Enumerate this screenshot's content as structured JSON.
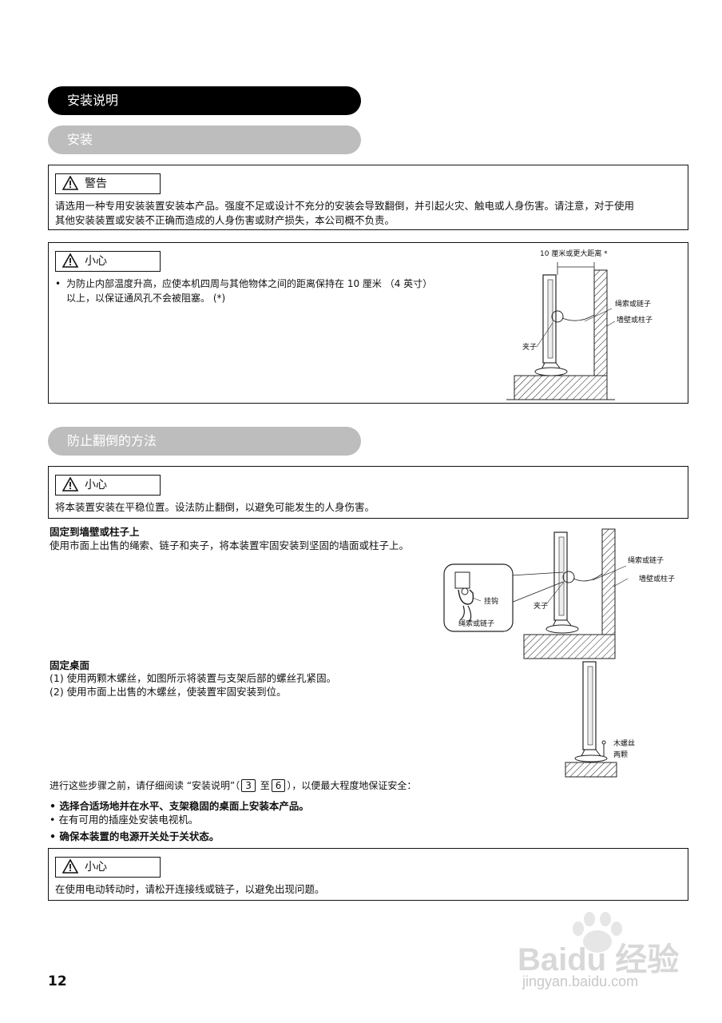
{
  "header": {
    "title": "安装说明",
    "section_install": "安装",
    "section_antitip": "防止翻倒的方法"
  },
  "warning_box": {
    "label": "警告",
    "text_line1": "请选用一种专用安装装置安装本产品。强度不足或设计不充分的安装会导致翻倒，并引起火灾、触电或人身伤害。请注意，对于使用",
    "text_line2": "其他安装装置或安装不正确而造成的人身伤害或财产损失，本公司概不负责。"
  },
  "caution_box_1": {
    "label": "小心",
    "bullet": "•",
    "text_line1": "为防止内部温度升高，应使本机四周与其他物体之间的距离保持在 10 厘米 （4 英寸）",
    "text_line2": "以上，以保证通风孔不会被阻塞。 (*)",
    "figure": {
      "distance_label": "10 厘米或更大距离 *",
      "rope_label": "绳索或链子",
      "wall_label": "墙壁或柱子",
      "clip_label": "夹子"
    }
  },
  "caution_box_2": {
    "label": "小心",
    "text": "将本装置安装在平稳位置。设法防止翻倒，以避免可能发生的人身伤害。"
  },
  "wall_fix": {
    "heading": "固定到墙壁或柱子上",
    "text": "使用市面上出售的绳索、链子和夹子，将本装置牢固安装到坚固的墙面或柱子上。",
    "figure": {
      "hook_label": "挂钩",
      "rope_label_inset": "绳索或链子",
      "rope_label": "绳索或链子",
      "wall_label": "墙壁或柱子",
      "clip_label": "夹子"
    }
  },
  "desk_fix": {
    "heading": "固定桌面",
    "step1": "(1) 使用两颗木螺丝，如图所示将装置与支架后部的螺丝孔紧固。",
    "step2": "(2) 使用市面上出售的木螺丝，使装置牢固安装到位。",
    "figure": {
      "screw_label_1": "木螺丝",
      "screw_label_2": "两颗"
    }
  },
  "procedure": {
    "intro_prefix": "进行这些步骤之前，请仔细阅读 “安装说明”（",
    "page_from": "3",
    "page_to_word": "至",
    "page_to": "6",
    "intro_suffix": "），以便最大程度地保证安全：",
    "bullet1": "选择合适场地并在水平、支架稳固的桌面上安装本产品。",
    "bullet2": "在有可用的插座处安装电视机。",
    "bullet3": "确保本装置的电源开关处于关状态。"
  },
  "caution_box_3": {
    "label": "小心",
    "text": "在使用电动转动时，请松开连接线或链子，以避免出现问题。"
  },
  "footer": {
    "page_number": "12",
    "watermark_brand": "Baidu 经验",
    "watermark_url": "jingyan.baidu.com"
  }
}
